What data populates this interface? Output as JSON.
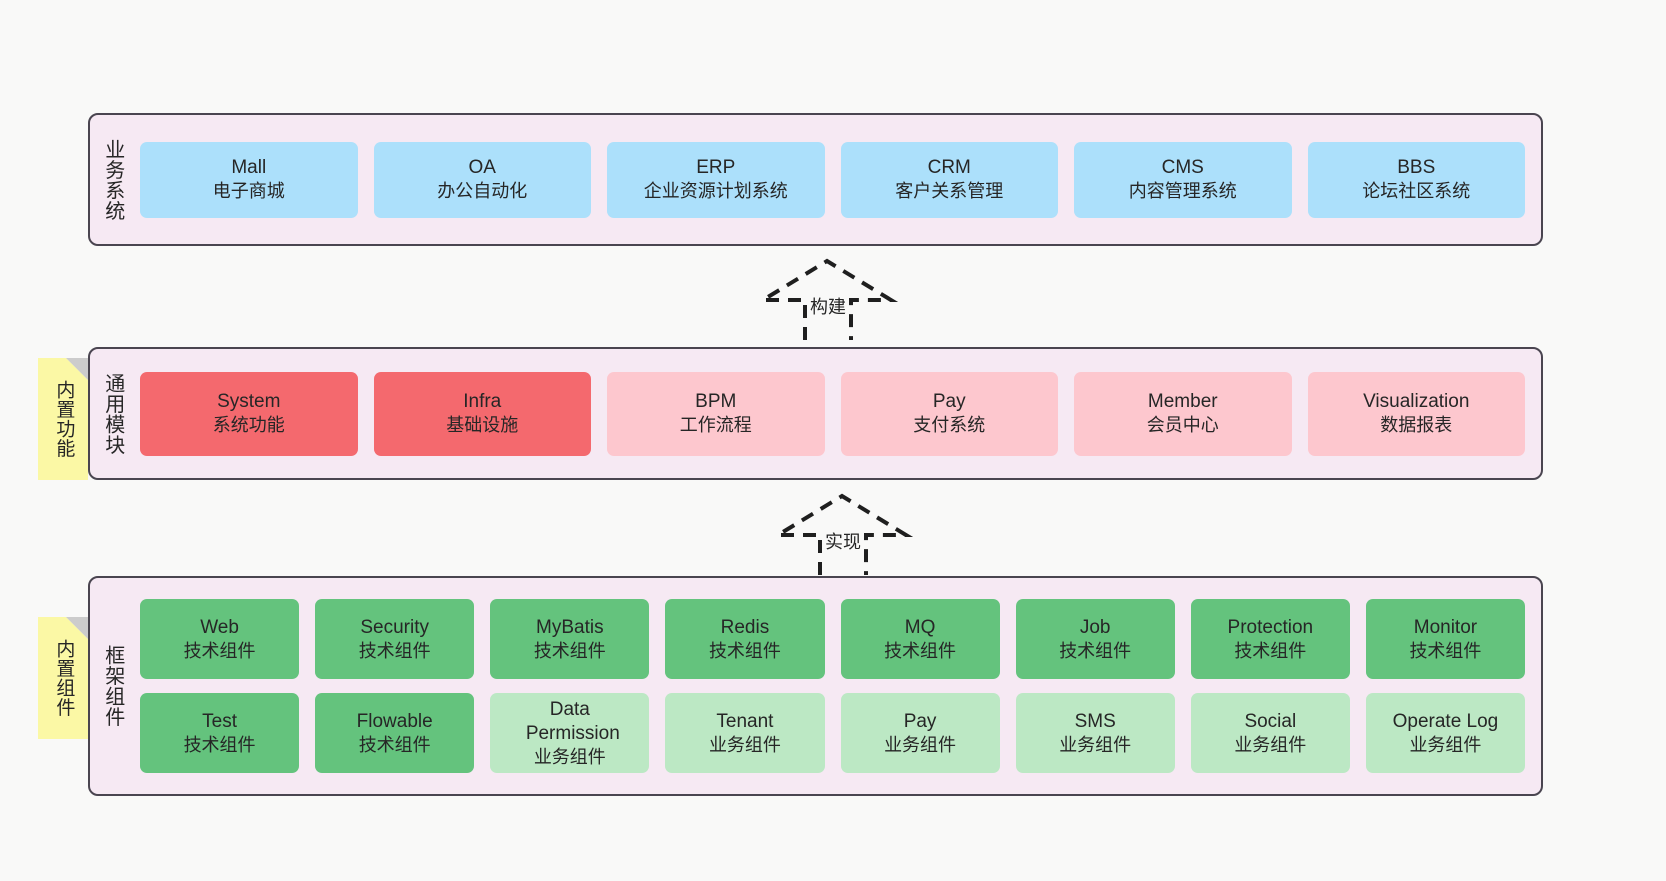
{
  "diagram": {
    "background": "#f9f9f8",
    "container_fill": "#f6e9f3",
    "container_border": "#4a4550",
    "colors": {
      "business": "#ace0fb",
      "module_core": "#f4696e",
      "module_plain": "#fdc7ce",
      "tech_component": "#64c37d",
      "biz_component": "#bce8c4",
      "sticky_note": "#fbf8a5"
    }
  },
  "layers": {
    "business": {
      "label": "业务系统",
      "cards": [
        {
          "title": "Mall",
          "subtitle": "电子商城",
          "color": "#ace0fb"
        },
        {
          "title": "OA",
          "subtitle": "办公自动化",
          "color": "#ace0fb"
        },
        {
          "title": "ERP",
          "subtitle": "企业资源计划系统",
          "color": "#ace0fb"
        },
        {
          "title": "CRM",
          "subtitle": "客户关系管理",
          "color": "#ace0fb"
        },
        {
          "title": "CMS",
          "subtitle": "内容管理系统",
          "color": "#ace0fb"
        },
        {
          "title": "BBS",
          "subtitle": "论坛社区系统",
          "color": "#ace0fb"
        }
      ]
    },
    "module": {
      "label": "通用模块",
      "note": "内置功能",
      "cards": [
        {
          "title": "System",
          "subtitle": "系统功能",
          "color": "#f4696e"
        },
        {
          "title": "Infra",
          "subtitle": "基础设施",
          "color": "#f4696e"
        },
        {
          "title": "BPM",
          "subtitle": "工作流程",
          "color": "#fdc7ce"
        },
        {
          "title": "Pay",
          "subtitle": "支付系统",
          "color": "#fdc7ce"
        },
        {
          "title": "Member",
          "subtitle": "会员中心",
          "color": "#fdc7ce"
        },
        {
          "title": "Visualization",
          "subtitle": "数据报表",
          "color": "#fdc7ce"
        }
      ]
    },
    "framework": {
      "label": "框架组件",
      "note": "内置组件",
      "row1": [
        {
          "title": "Web",
          "subtitle": "技术组件",
          "color": "#64c37d"
        },
        {
          "title": "Security",
          "subtitle": "技术组件",
          "color": "#64c37d"
        },
        {
          "title": "MyBatis",
          "subtitle": "技术组件",
          "color": "#64c37d"
        },
        {
          "title": "Redis",
          "subtitle": "技术组件",
          "color": "#64c37d"
        },
        {
          "title": "MQ",
          "subtitle": "技术组件",
          "color": "#64c37d"
        },
        {
          "title": "Job",
          "subtitle": "技术组件",
          "color": "#64c37d"
        },
        {
          "title": "Protection",
          "subtitle": "技术组件",
          "color": "#64c37d"
        },
        {
          "title": "Monitor",
          "subtitle": "技术组件",
          "color": "#64c37d"
        }
      ],
      "row2": [
        {
          "title": "Test",
          "subtitle": "技术组件",
          "color": "#64c37d"
        },
        {
          "title": "Flowable",
          "subtitle": "技术组件",
          "color": "#64c37d"
        },
        {
          "title": "Data Permission",
          "subtitle": "业务组件",
          "color": "#bce8c4"
        },
        {
          "title": "Tenant",
          "subtitle": "业务组件",
          "color": "#bce8c4"
        },
        {
          "title": "Pay",
          "subtitle": "业务组件",
          "color": "#bce8c4"
        },
        {
          "title": "SMS",
          "subtitle": "业务组件",
          "color": "#bce8c4"
        },
        {
          "title": "Social",
          "subtitle": "业务组件",
          "color": "#bce8c4"
        },
        {
          "title": "Operate Log",
          "subtitle": "业务组件",
          "color": "#bce8c4"
        }
      ]
    }
  },
  "connectors": [
    {
      "label": "构建",
      "from": "通用模块",
      "to": "业务系统",
      "style": "dashed-hollow-arrow-up"
    },
    {
      "label": "实现",
      "from": "框架组件",
      "to": "通用模块",
      "style": "dashed-hollow-arrow-up"
    }
  ]
}
